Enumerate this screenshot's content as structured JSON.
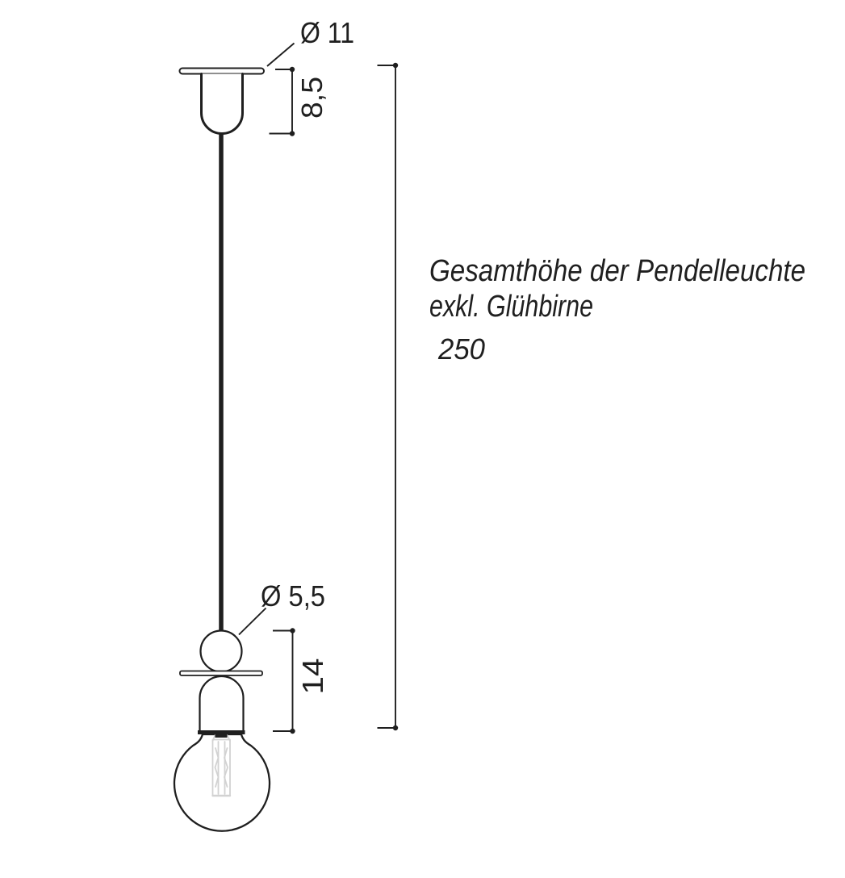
{
  "colors": {
    "ink": "#1f1f1f",
    "paper": "#ffffff",
    "filament": "#d2d2d2"
  },
  "drawing": {
    "type": "pendant-lamp-technical-dimension-drawing",
    "dimensions": {
      "canopy_diameter": "Ø 11",
      "canopy_height": "8,5",
      "sphere_diameter": "Ø 5,5",
      "holder_section_height": "14",
      "total_height": "250"
    },
    "note": {
      "line1": "Gesamthöhe der Pendelleuchte",
      "line2": "exkl. Glühbirne"
    }
  }
}
